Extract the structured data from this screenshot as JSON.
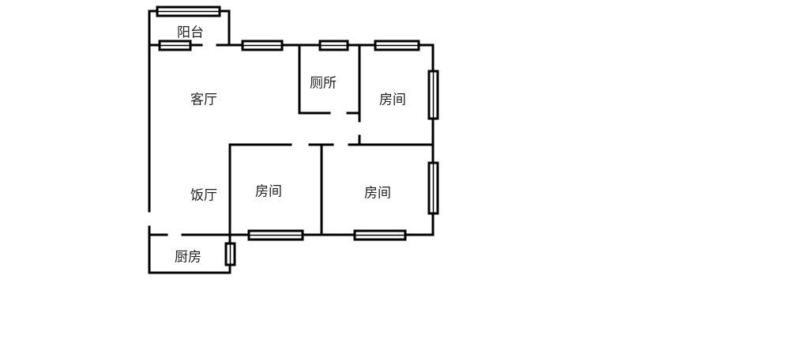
{
  "rooms": {
    "balcony": "阳台",
    "living_room": "客厅",
    "toilet": "厕所",
    "bedroom_1": "房间",
    "dining_room": "饭厅",
    "bedroom_2": "房间",
    "bedroom_3": "房间",
    "kitchen": "厨房"
  },
  "colors": {
    "wall": "#000000",
    "background": "#ffffff"
  }
}
